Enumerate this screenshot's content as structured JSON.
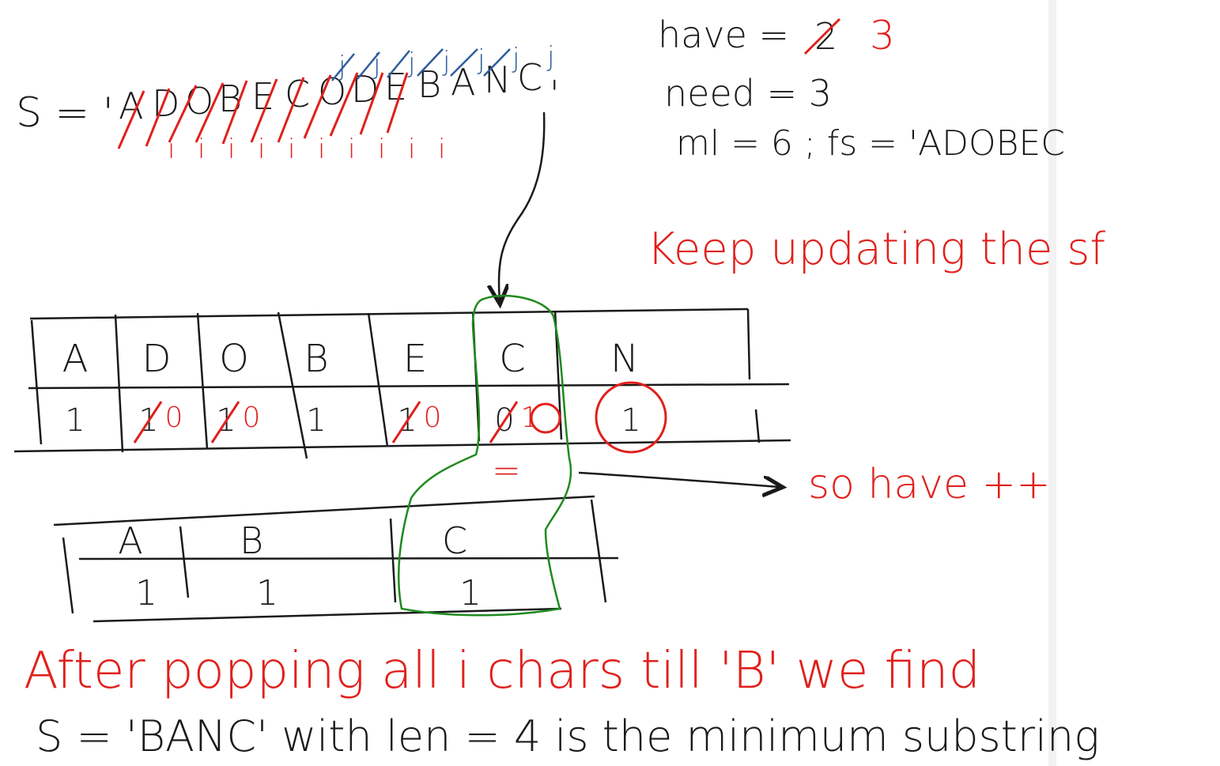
{
  "colors": {
    "ink": "#1a1a1a",
    "red": "#e0201c",
    "blue": "#2e5d9e",
    "green": "#1f8a1f",
    "strip": "#f2f2f2"
  },
  "string_line": {
    "prefix": "S = '",
    "chars": [
      "A",
      "D",
      "O",
      "B",
      "E",
      "C",
      "O",
      "D",
      "E",
      "B",
      "A",
      "N",
      "C"
    ],
    "suffix": "'"
  },
  "markers": {
    "i_labels": [
      "i",
      "i",
      "i",
      "i",
      "i",
      "i",
      "i",
      "i",
      "i",
      "i"
    ],
    "j_labels": [
      "j",
      "j",
      "j",
      "j",
      "j",
      "j",
      "j"
    ]
  },
  "status": {
    "have_label": "have =",
    "have_old": "2",
    "have_new": "3",
    "need_line": "need = 3",
    "ml_line": "ml = 6 ;  fs = 'ADOBEC"
  },
  "note": "Keep updating the sf",
  "window_table": {
    "headers": [
      "A",
      "D",
      "O",
      "B",
      "E",
      "C",
      "N"
    ],
    "values": [
      {
        "old": "",
        "new": "1"
      },
      {
        "old": "1",
        "new": "0"
      },
      {
        "old": "1",
        "new": "0"
      },
      {
        "old": "",
        "new": "1"
      },
      {
        "old": "1",
        "new": "0"
      },
      {
        "old": "0",
        "new": "1"
      },
      {
        "old": "",
        "new": "1"
      }
    ]
  },
  "equals_mark": "=",
  "so_note": "so have ++",
  "need_table": {
    "headers": [
      "A",
      "B",
      "C"
    ],
    "values": [
      "1",
      "1",
      "1"
    ]
  },
  "conclusion": {
    "line1": "After popping all i chars till 'B' we find",
    "line2": "S = 'BANC' with len = 4 is the minimum substring"
  }
}
